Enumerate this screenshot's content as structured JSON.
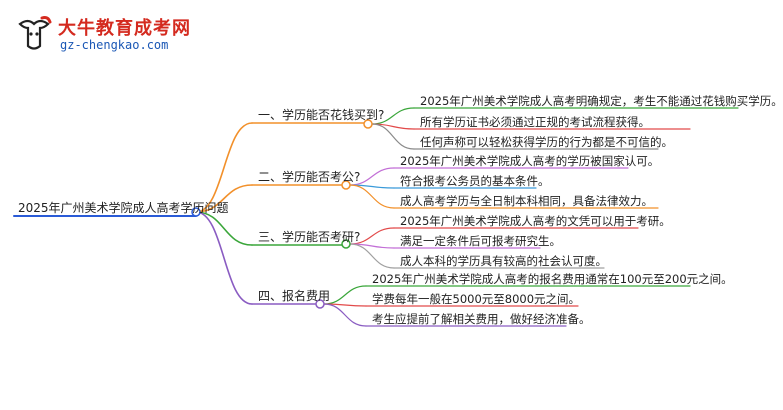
{
  "logo": {
    "title": "大牛教育成考网",
    "url": "gz-chengkao.com",
    "mark": "大牛",
    "colors": {
      "title": "#d42a1f",
      "url": "#1a57b5"
    }
  },
  "mindmap": {
    "root": "2025年广州美术学院成人高考学历问题",
    "branches": [
      {
        "label": "一、学历能否花钱买到?",
        "color": "#f2902a",
        "leaves": [
          {
            "text": "2025年广州美术学院成人高考明确规定，考生不能通过花钱购买学历。",
            "color": "#3aa63a"
          },
          {
            "text": "所有学历证书必须通过正规的考试流程获得。",
            "color": "#e24a4a"
          },
          {
            "text": "任何声称可以轻松获得学历的行为都是不可信的。",
            "color": "#8a8a8a"
          }
        ]
      },
      {
        "label": "二、学历能否考公?",
        "color": "#f2902a",
        "leaves": [
          {
            "text": "2025年广州美术学院成人高考的学历被国家认可。",
            "color": "#c26fd6"
          },
          {
            "text": "符合报考公务员的基本条件。",
            "color": "#3a9ad9"
          },
          {
            "text": "成人高考学历与全日制本科相同，具备法律效力。",
            "color": "#f2902a"
          }
        ]
      },
      {
        "label": "三、学历能否考研?",
        "color": "#3aa63a",
        "leaves": [
          {
            "text": "2025年广州美术学院成人高考的文凭可以用于考研。",
            "color": "#e24a4a"
          },
          {
            "text": "满足一定条件后可报考研究生。",
            "color": "#c26fd6"
          },
          {
            "text": "成人本科的学历具有较高的社会认可度。",
            "color": "#a0a0a0"
          }
        ]
      },
      {
        "label": "四、报名费用",
        "color": "#8a5cc2",
        "leaves": [
          {
            "text": "2025年广州美术学院成人高考的报名费用通常在100元至200元之间。",
            "color": "#3aa63a"
          },
          {
            "text": "学费每年一般在5000元至8000元之间。",
            "color": "#e24a4a"
          },
          {
            "text": "考生应提前了解相关费用，做好经济准备。",
            "color": "#8a5cc2"
          }
        ]
      }
    ],
    "root_underline_color": "#2a5bd7"
  }
}
